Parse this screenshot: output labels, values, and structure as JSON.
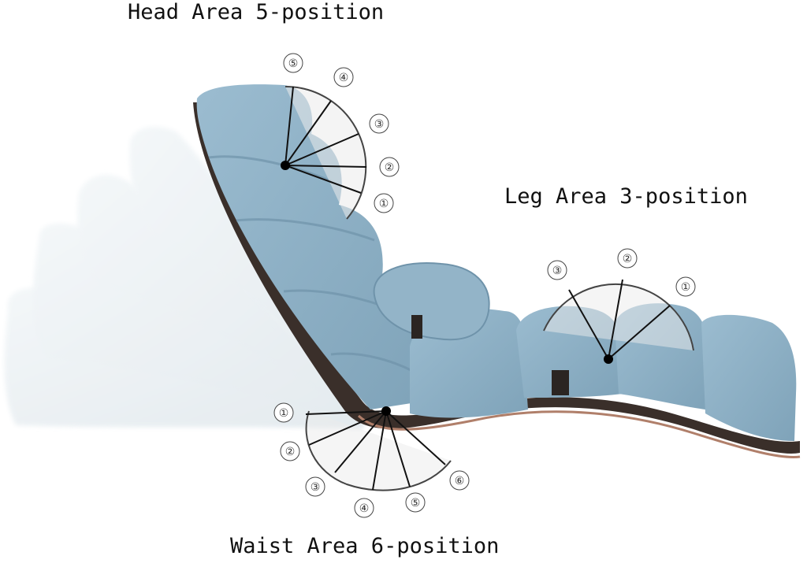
{
  "captions": {
    "head": "Head Area 5-position",
    "leg": "Leg Area 3-position",
    "waist": "Waist Area 6-position"
  },
  "head_positions": [
    "①",
    "②",
    "③",
    "④",
    "⑤"
  ],
  "leg_positions": [
    "①",
    "②",
    "③"
  ],
  "waist_positions": [
    "①",
    "②",
    "③",
    "④",
    "⑤",
    "⑥"
  ],
  "colors": {
    "cushion": "#8fb1c6",
    "cushion_shade": "#6f93aa",
    "ghost": "#e4ebef",
    "base": "#3a2f2a",
    "base_edge": "#b07f6a"
  }
}
